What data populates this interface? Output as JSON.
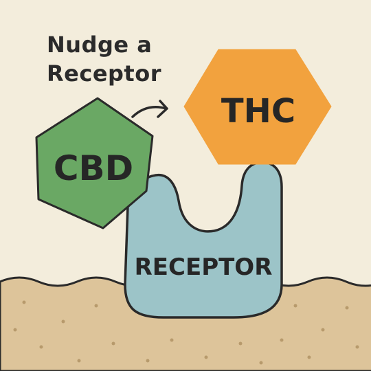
{
  "title": [
    "Nudge a",
    "Receptor"
  ],
  "molecules": {
    "cbd": {
      "label": "CBD",
      "color": "#6aa864"
    },
    "thc": {
      "label": "THC",
      "color": "#f2a23e"
    }
  },
  "receptor": {
    "label": "RECEPTOR",
    "color": "#9cc4c8"
  },
  "colors": {
    "background": "#f3eddc",
    "ground": "#ddc49a",
    "ink": "#2a2a2a"
  }
}
